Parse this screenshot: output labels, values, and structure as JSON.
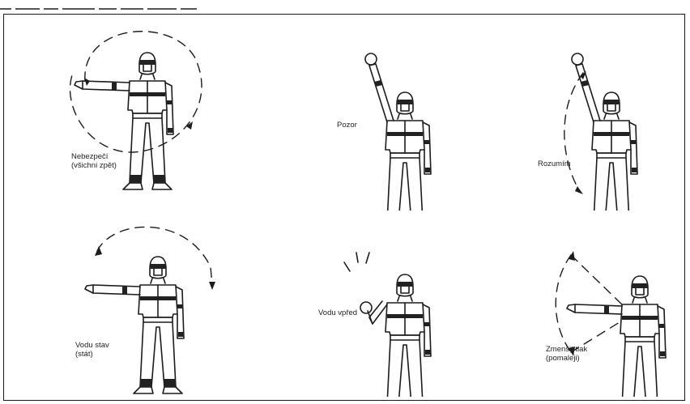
{
  "signals": [
    {
      "id": "danger",
      "lines": [
        "Nebezpečí",
        "(všichni zpět)"
      ]
    },
    {
      "id": "attention",
      "lines": [
        "Pozor"
      ]
    },
    {
      "id": "understood",
      "lines": [
        "Rozumím"
      ]
    },
    {
      "id": "water-stop",
      "lines": [
        "Vodu stav",
        "(stát)"
      ]
    },
    {
      "id": "water-ahead",
      "lines": [
        "Vodu vpřed"
      ]
    },
    {
      "id": "reduce-pressure",
      "lines": [
        "Zmenšit tlak",
        "(pomaleji)"
      ]
    }
  ]
}
